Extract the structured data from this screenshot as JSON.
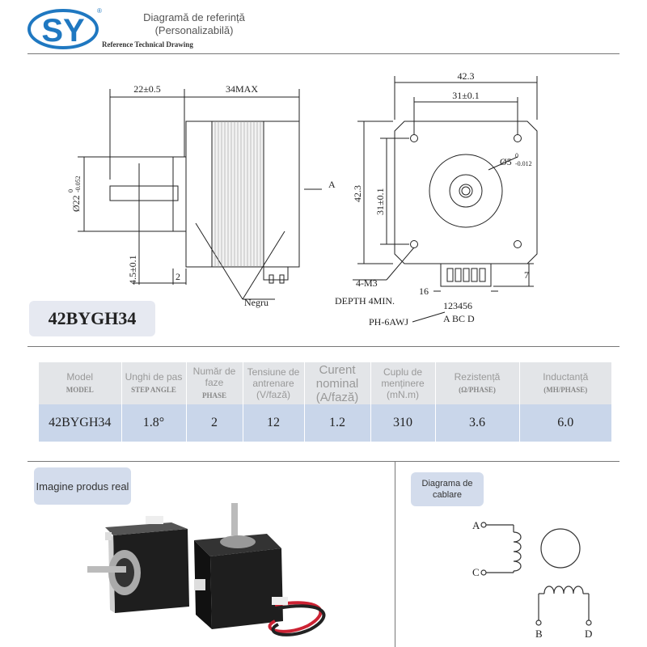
{
  "header": {
    "logo_text": "SY",
    "registered_mark": "®",
    "title": "Diagramă de referință",
    "title_line2": "(Personalizabilă)",
    "subtitle": "Reference Technical Drawing"
  },
  "drawing": {
    "dim_shaft_len": "22±0.5",
    "dim_body_len": "34MAX",
    "dim_boss": "Ø22",
    "dim_boss_tol_upper": "0",
    "dim_boss_tol_lower": "-0.052",
    "dim_flat": "4.5±0.1",
    "dim_two": "2",
    "view_marker": "A",
    "wire_note": "Negru",
    "dim_width": "42.3",
    "dim_hole_spacing_h": "31±0.1",
    "dim_height": "42.3",
    "dim_hole_spacing_v": "31±0.1",
    "dim_shaft_dia": "Ø5",
    "dim_shaft_tol_upper": "0",
    "dim_shaft_tol_lower": "-0.012",
    "dim_seven": "7",
    "dim_sixteen": "16",
    "note_threads": "4-M3",
    "note_depth": "DEPTH 4MIN.",
    "note_connector": "PH-6AWJ",
    "pin_numbers": "123456",
    "pin_letters": "A  BC  D"
  },
  "model_badge": "42BYGH34",
  "table": {
    "headers": [
      {
        "ro": "Model",
        "en": "MODEL"
      },
      {
        "ro": "Unghi de pas",
        "en": "STEP ANGLE"
      },
      {
        "ro": "Număr de faze",
        "en": "PHASE"
      },
      {
        "ro": "Tensiune de antrenare (V/fază)",
        "en": ""
      },
      {
        "ro": "Curent nominal (A/fază)",
        "en": ""
      },
      {
        "ro": "Cuplu de menținere (mN.m)",
        "en": ""
      },
      {
        "ro": "Rezistență",
        "en": "(Ω/PHASE)"
      },
      {
        "ro": "Inductanță",
        "en": "(MH/PHASE)"
      }
    ],
    "row": [
      "42BYGH34",
      "1.8°",
      "2",
      "12",
      "1.2",
      "310",
      "3.6",
      "6.0"
    ]
  },
  "photo_label": "Imagine produs real",
  "wiring": {
    "label": "Diagrama de cablare",
    "pin_a": "A",
    "pin_b": "B",
    "pin_c": "C",
    "pin_d": "D"
  },
  "colors": {
    "chip": "#d3dcec",
    "table_header": "#e3e5e8",
    "table_row": "#c9d6ea",
    "logo_blue": "#1f78c1"
  }
}
